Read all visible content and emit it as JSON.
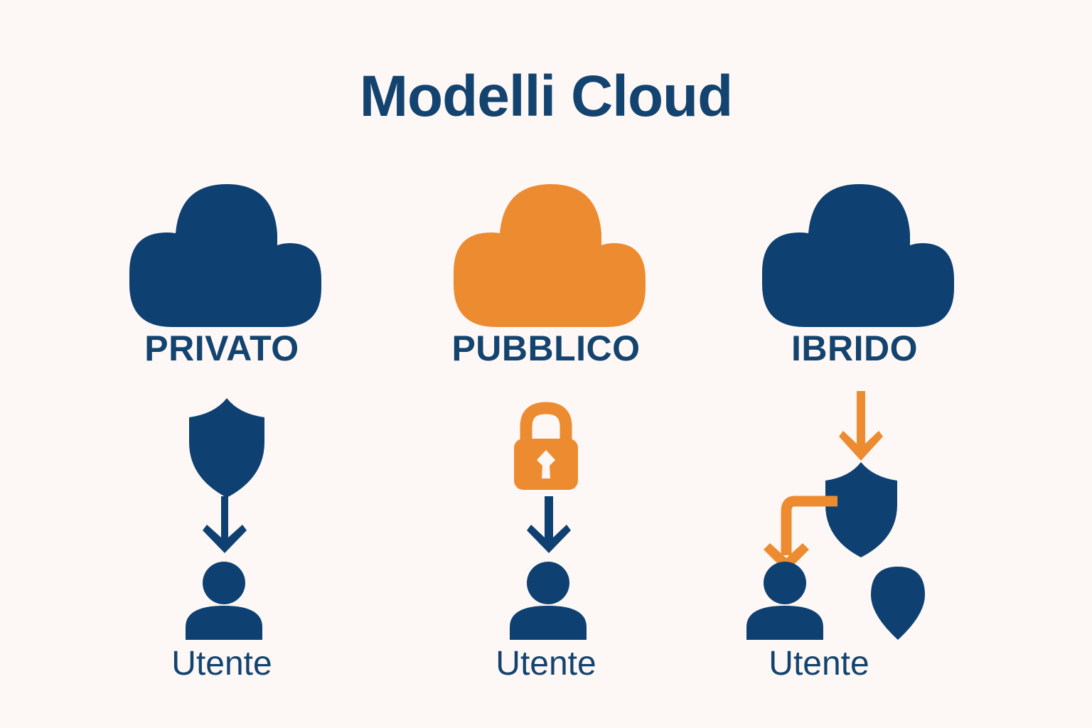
{
  "page": {
    "title": "Modelli Cloud",
    "background_color": "#FDF8F5"
  },
  "colors": {
    "navy": "#0E4071",
    "title_navy": "#13436F",
    "orange": "#ED8B30",
    "background": "#FDF8F5"
  },
  "columns": [
    {
      "id": "private",
      "cloud_label": "PRIVATO",
      "cloud_color": "#0E4071",
      "cloud_icon": "cloud-icon",
      "middle_icon": "shield-icon",
      "middle_icon_color": "#0E4071",
      "arrow_icon": "arrow-down-icon",
      "arrow_color": "#0E4071",
      "user_icon": "user-icon",
      "user_color": "#0E4071",
      "user_label": "Utente"
    },
    {
      "id": "public",
      "cloud_label": "PUBBLICO",
      "cloud_color": "#ED8B30",
      "cloud_icon": "cloud-icon",
      "middle_icon": "padlock-icon",
      "middle_icon_color": "#ED8B30",
      "arrow_icon": "arrow-down-icon",
      "arrow_color": "#0E4071",
      "user_icon": "user-icon",
      "user_color": "#0E4071",
      "user_label": "Utente"
    },
    {
      "id": "hybrid",
      "cloud_label": "IBRIDO",
      "cloud_color": "#0E4071",
      "cloud_icon": "cloud-icon",
      "middle_icon": "shield-icon",
      "middle_icon_color": "#0E4071",
      "arrow_icon": "arrow-down-icon",
      "arrow_color": "#ED8B30",
      "elbow_arrow_icon": "elbow-arrow-icon",
      "elbow_arrow_color": "#ED8B30",
      "user_icon": "user-icon",
      "user_color": "#0E4071",
      "secondary_icon": "pin-drop-icon",
      "secondary_icon_color": "#0E4071",
      "user_label": "Utente"
    }
  ]
}
